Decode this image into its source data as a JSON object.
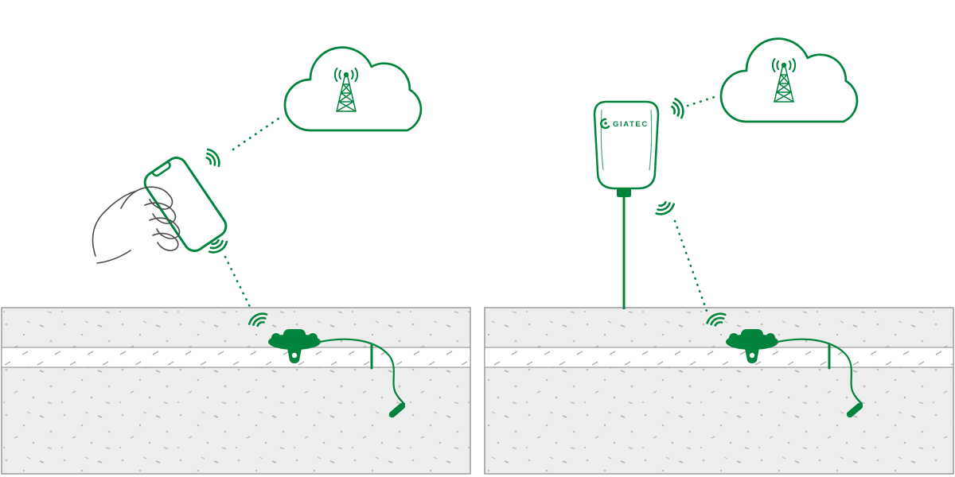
{
  "gateway": {
    "label": "GIATEC"
  },
  "colors": {
    "background": "#ffffff",
    "green": "#00843D",
    "concrete-fill": "#ededed",
    "concrete-border": "#9c9c9c",
    "speckle": "#bdbdbd",
    "band-fill": "#ffffff",
    "hand-line": "#4b4b4b"
  },
  "icons": [
    "cloud-icon",
    "cell-tower-icon",
    "wireless-signal-icon",
    "smartphone-icon",
    "hand-illustration",
    "smartrock-sensor-icon",
    "sensor-cable",
    "sensor-probe-icon",
    "tie-marker",
    "concrete-slab",
    "joint-band",
    "gateway-device",
    "giatec-logo-icon",
    "gateway-mounting-pole",
    "wireless-dotted-link"
  ]
}
